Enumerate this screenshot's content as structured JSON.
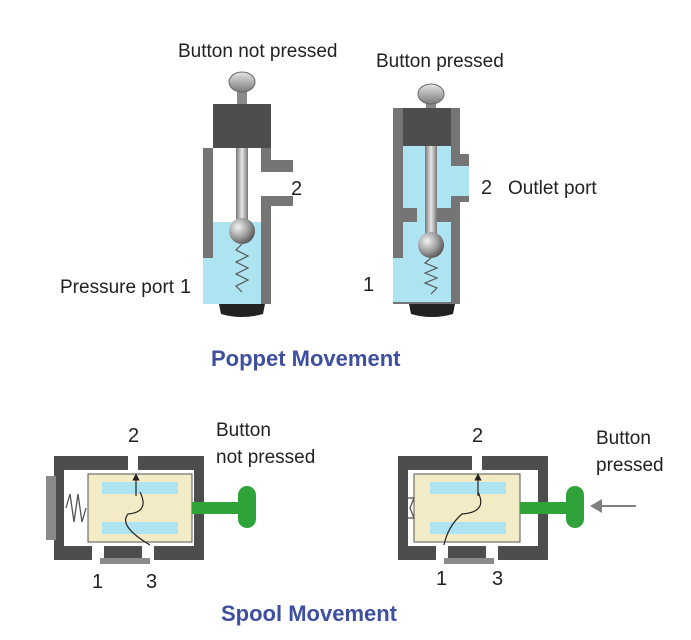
{
  "colors": {
    "heading": "#3f4fa0",
    "body_gray": "#757575",
    "dark_gray": "#4d4d4d",
    "fluid_blue": "#aee4f2",
    "spool_cream": "#f3ebc6",
    "green": "#2fa33a",
    "arrow_gray": "#808080"
  },
  "poppet": {
    "title": "Poppet Movement",
    "left": {
      "caption": "Button not pressed",
      "port_2": "2",
      "pressure_label": "Pressure port",
      "port_1": "1"
    },
    "right": {
      "caption": "Button pressed",
      "port_2": "2",
      "outlet_label": "Outlet port",
      "port_1": "1"
    }
  },
  "spool": {
    "title": "Spool Movement",
    "left": {
      "caption_line1": "Button",
      "caption_line2": "not pressed",
      "port_2": "2",
      "port_1": "1",
      "port_3": "3"
    },
    "right": {
      "caption_line1": "Button",
      "caption_line2": "pressed",
      "port_2": "2",
      "port_1": "1",
      "port_3": "3"
    }
  }
}
